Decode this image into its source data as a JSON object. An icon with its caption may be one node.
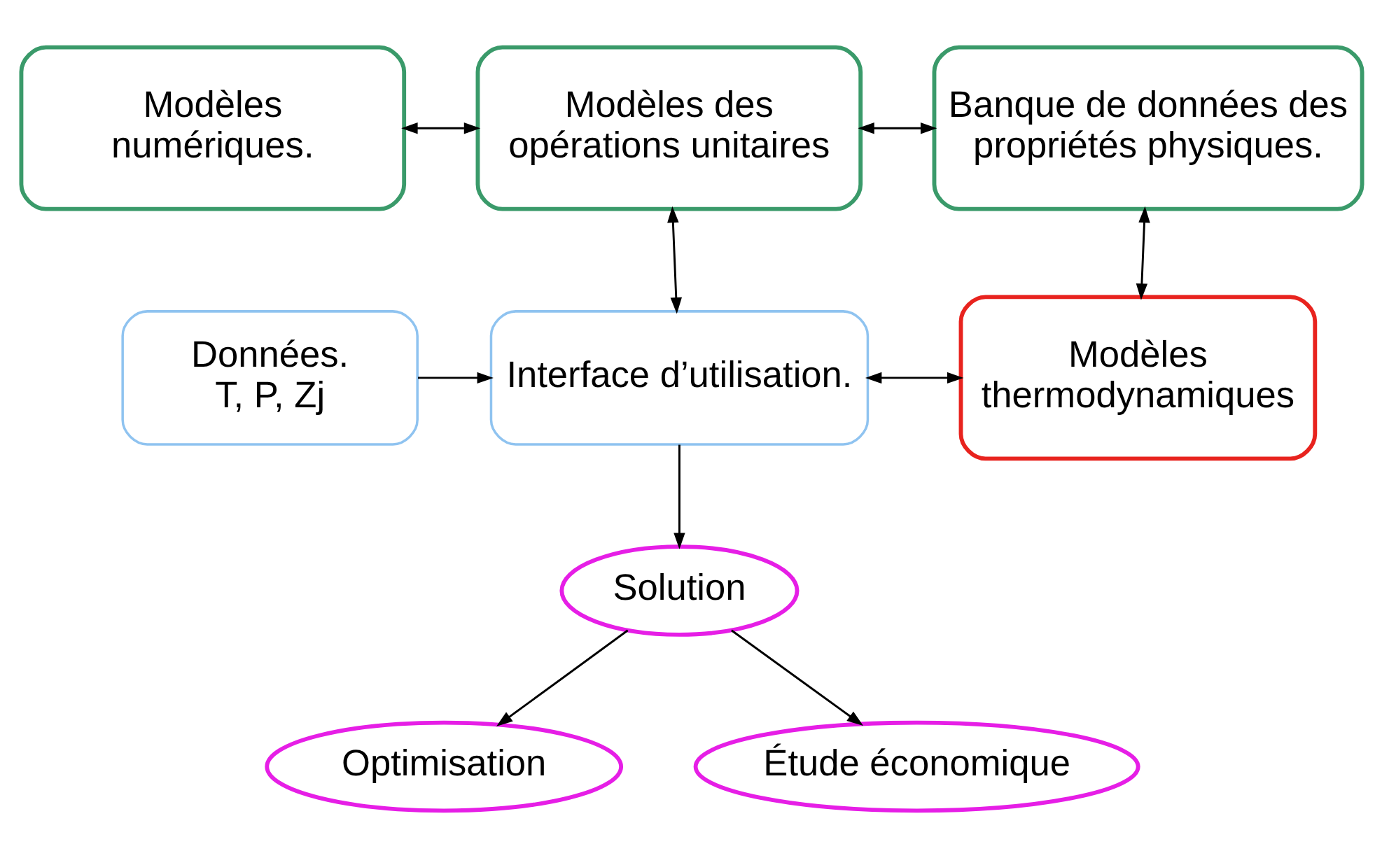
{
  "diagram": {
    "nodes": [
      {
        "text": [
          "Modèles numériques."
        ]
      },
      {
        "text": [
          "Modèles des opérations unitaires"
        ]
      },
      {
        "text": [
          "Banque de données des propriétés physiques."
        ]
      },
      {
        "text": [
          "Données. T, P, Zj"
        ]
      },
      {
        "text": [
          "Interface d’utilisation."
        ]
      },
      {
        "text": [
          "Modèles thermodynamiques"
        ]
      },
      {
        "text": [
          "Solution"
        ]
      },
      {
        "text": [
          "Optimisation"
        ]
      },
      {
        "text": [
          "Étude économique"
        ]
      }
    ],
    "edges": [
      {
        "from": 0,
        "to": 1,
        "arrow": "both"
      },
      {
        "from": 1,
        "to": 2,
        "arrow": "both"
      },
      {
        "from": 1,
        "to": 4,
        "arrow": "both"
      },
      {
        "from": 2,
        "to": 5,
        "arrow": "both"
      },
      {
        "from": 3,
        "to": 4,
        "arrow": "to"
      },
      {
        "from": 4,
        "to": 5,
        "arrow": "both"
      },
      {
        "from": 4,
        "to": 6,
        "arrow": "to"
      },
      {
        "from": 6,
        "to": 7,
        "arrow": "to"
      },
      {
        "from": 6,
        "to": 8,
        "arrow": "to"
      }
    ]
  }
}
